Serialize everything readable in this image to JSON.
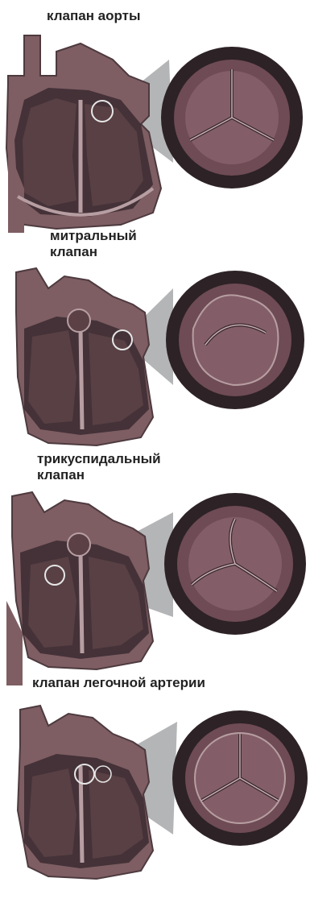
{
  "panels": [
    {
      "label_lines": [
        "клапан аорты"
      ],
      "valve": "aortic-valve"
    },
    {
      "label_lines": [
        "митральный",
        "клапан"
      ],
      "valve": "mitral-valve"
    },
    {
      "label_lines": [
        "трикуспидальный",
        "клапан"
      ],
      "valve": "tricuspid-valve"
    },
    {
      "label_lines": [
        "клапан легочной артерии"
      ],
      "valve": "pulmonary-valve"
    }
  ],
  "colors": {
    "heart_fill": "#7e5e63",
    "heart_dark": "#3a2a30",
    "heart_rim": "#b79ea2",
    "valve_outer": "#2d2226",
    "valve_inner": "#6e4b55",
    "callout": "#9b9c9e"
  }
}
